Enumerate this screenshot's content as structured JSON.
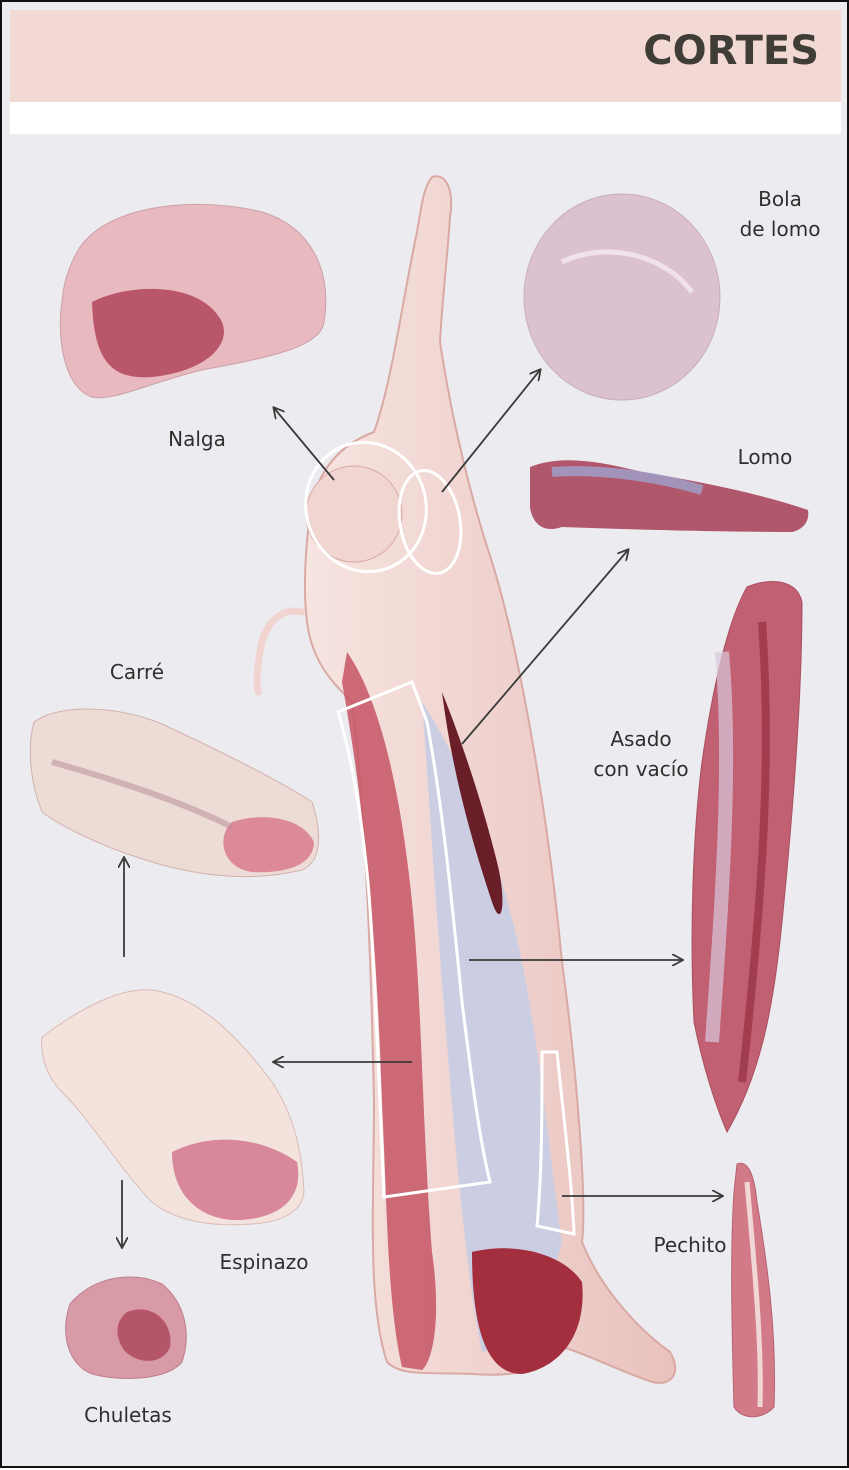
{
  "header": {
    "title": "CORTES"
  },
  "cuts": {
    "nalga": "Nalga",
    "bola_de_lomo_line1": "Bola",
    "bola_de_lomo_line2": "de lomo",
    "lomo": "Lomo",
    "carre": "Carré",
    "asado_line1": "Asado",
    "asado_line2": "con vacío",
    "espinazo": "Espinazo",
    "pechito": "Pechito",
    "chuletas": "Chuletas"
  },
  "colors": {
    "header_band": "#f3d9d4",
    "background": "#ecebf0",
    "meat_red": "#b8404e",
    "fat_white": "#f1dcd8",
    "bone_pink": "#e9b7b1",
    "arrow": "#3a3a3a",
    "outline": "#ffffff"
  }
}
